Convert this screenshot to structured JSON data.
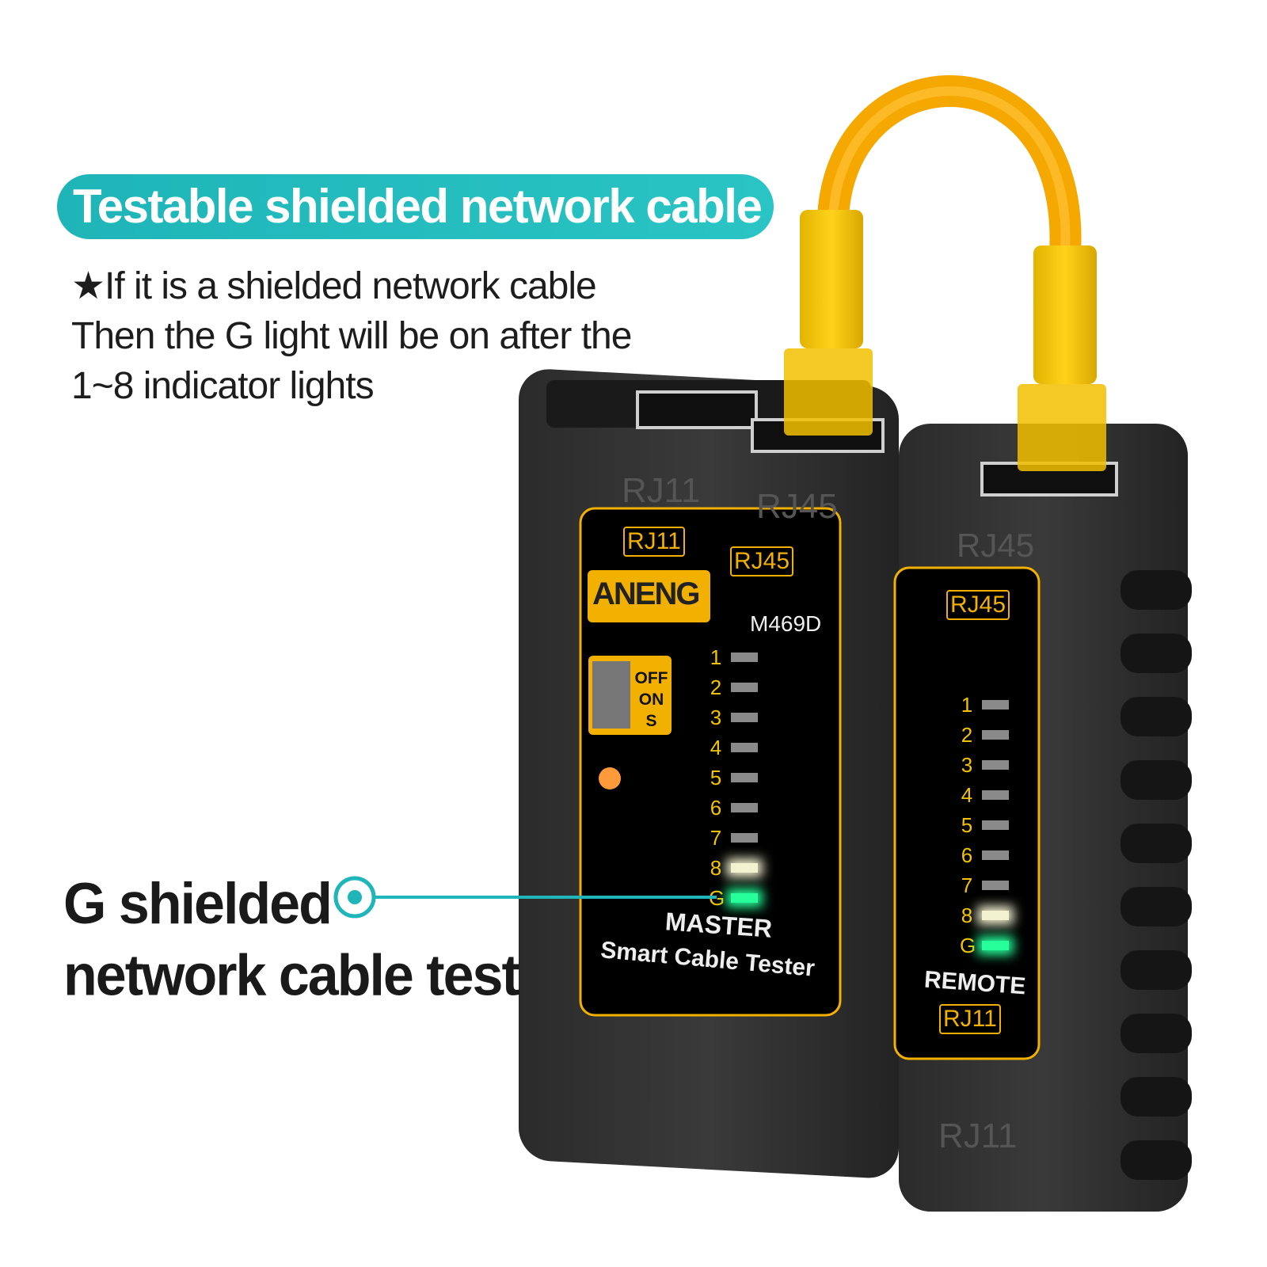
{
  "headline": "Testable shielded network cable",
  "description": {
    "lines": [
      "★If it is a shielded network cable",
      "Then the G light will be on after the",
      "1~8 indicator lights"
    ]
  },
  "callout": {
    "lines": [
      "G shielded",
      "network cable test"
    ]
  },
  "colors": {
    "accent": "#20b6b9",
    "device_label": "#f2b100",
    "cable": "#f5a800",
    "led_green": "#27ff9a"
  },
  "master": {
    "housing_labels": [
      "RJ11",
      "RJ45"
    ],
    "port_labels": [
      "RJ11",
      "RJ45"
    ],
    "brand": "ANENG",
    "model": "M469D",
    "switch": [
      "OFF",
      "ON",
      "S"
    ],
    "leds": [
      "1",
      "2",
      "3",
      "4",
      "5",
      "6",
      "7",
      "8",
      "G"
    ],
    "lit_leds": [
      "8",
      "G"
    ],
    "title": "MASTER",
    "subtitle": "Smart Cable Tester"
  },
  "remote": {
    "housing_top_label": "RJ45",
    "port_label_top": "RJ45",
    "leds": [
      "1",
      "2",
      "3",
      "4",
      "5",
      "6",
      "7",
      "8",
      "G"
    ],
    "lit_leds": [
      "8",
      "G"
    ],
    "title": "REMOTE",
    "port_label_bottom": "RJ11",
    "housing_bottom_label": "RJ11"
  }
}
